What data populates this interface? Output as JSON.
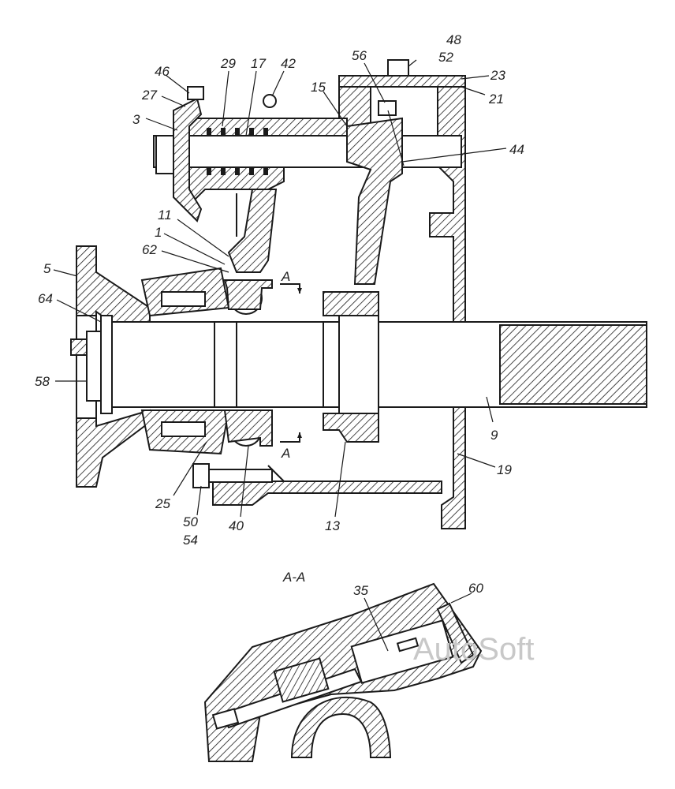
{
  "labels": {
    "l1": "1",
    "l3": "3",
    "l5": "5",
    "l9": "9",
    "l11": "11",
    "l13": "13",
    "l15": "15",
    "l17": "17",
    "l19": "19",
    "l21": "21",
    "l23": "23",
    "l25": "25",
    "l27": "27",
    "l29": "29",
    "l35": "35",
    "l40": "40",
    "l42": "42",
    "l44": "44",
    "l46": "46",
    "l48": "48",
    "l50": "50",
    "l52": "52",
    "l54": "54",
    "l56": "56",
    "l58": "58",
    "l60": "60",
    "l62": "62",
    "l64": "64"
  },
  "section": {
    "marker_top": "A",
    "marker_bottom": "A",
    "title": "A-A"
  },
  "watermark": "AutoSoft"
}
